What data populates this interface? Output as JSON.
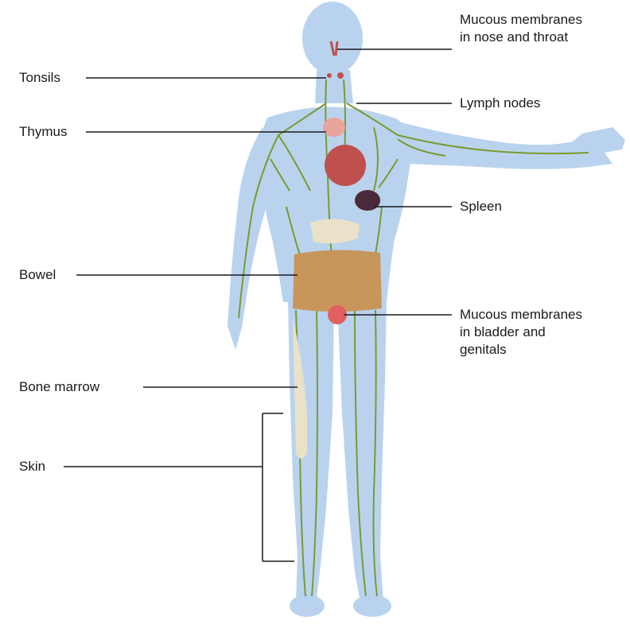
{
  "labels": {
    "mucous_nose": [
      "Mucous membranes",
      "in nose and throat"
    ],
    "tonsils": "Tonsils",
    "lymph_nodes": "Lymph nodes",
    "thymus": "Thymus",
    "spleen": "Spleen",
    "bowel": "Bowel",
    "mucous_bladder": [
      "Mucous membranes",
      "in bladder and",
      "genitals"
    ],
    "bone_marrow": "Bone marrow",
    "skin": "Skin"
  },
  "colors": {
    "body_fill": "#b9d3ef",
    "body_stroke": "#9dbfe3",
    "lymph_vessel": "#7a9a2e",
    "leader_line": "#1a1a1a",
    "organ_red": "#c0504d",
    "organ_pink": "#e8a39a",
    "spleen": "#4a2a3a",
    "bowel": "#c8955a",
    "bone": "#e9e2c8"
  }
}
